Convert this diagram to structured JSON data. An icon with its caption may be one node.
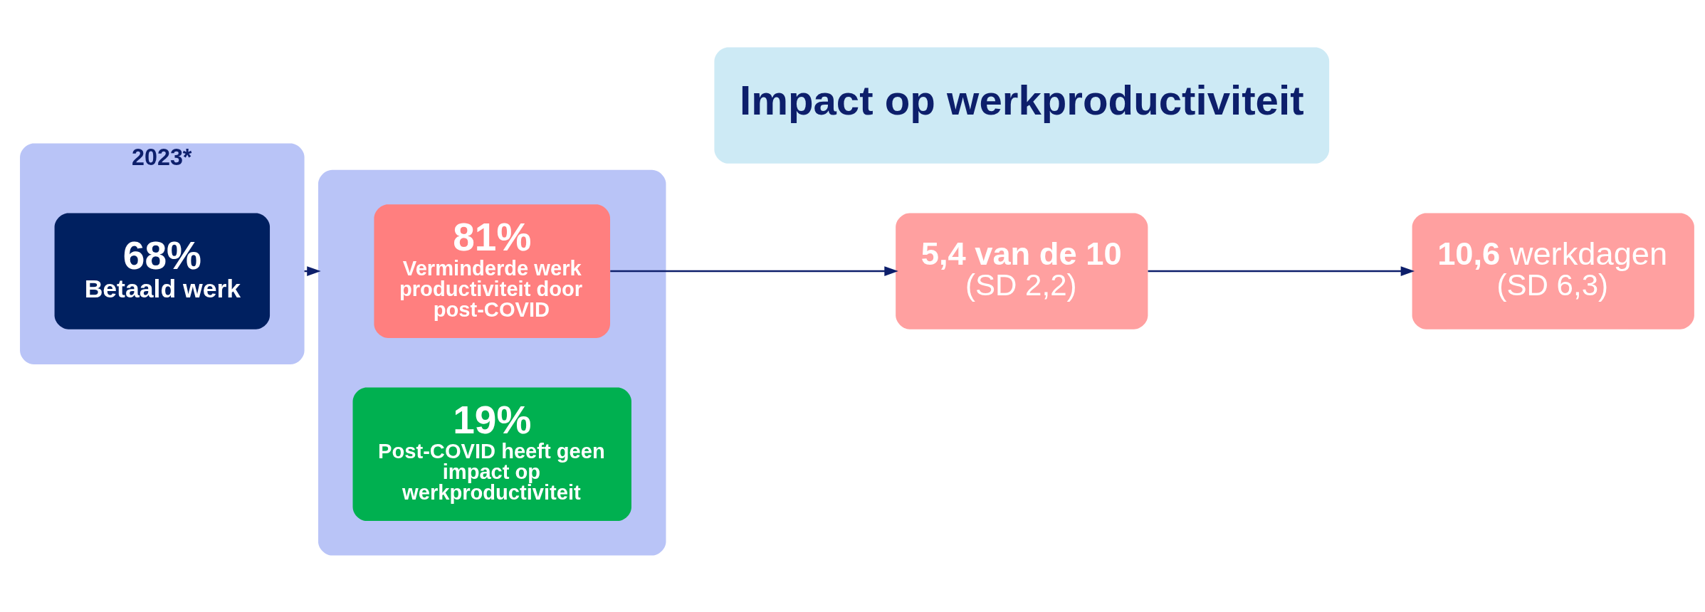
{
  "diagram": {
    "nodes": [
      {
        "text": [
          "2023*"
        ]
      },
      {
        "text": [
          "68%",
          "Betaald werk"
        ],
        "in": 0
      },
      {
        "text": [],
        "shape": "box"
      },
      {
        "text": [
          "81%",
          "Verminderde werk productiviteit door post-COVID"
        ],
        "in": 2
      },
      {
        "text": [
          "19%",
          "Post-COVID heeft geen impact op werkproductiviteit"
        ],
        "in": 2
      },
      {
        "text": [
          "Impact op werkproductiviteit"
        ]
      },
      {
        "text": [
          "5,4 van de 10",
          "(SD 2,2)"
        ]
      },
      {
        "text": [
          "**10,6** werkdagen",
          "(SD 6,3)"
        ]
      }
    ],
    "edges": [
      {
        "from": 0,
        "to": 2,
        "arrow": "to"
      },
      {
        "from": 3,
        "to": 6,
        "arrow": "to"
      },
      {
        "from": 6,
        "to": 7,
        "arrow": "to"
      }
    ]
  }
}
